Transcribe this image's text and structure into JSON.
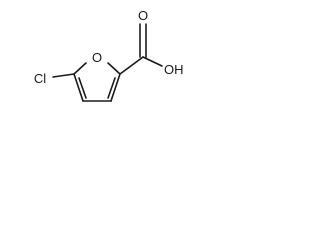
{
  "molecule": {
    "atoms": {
      "ring_oxygen": "O",
      "carbonyl_oxygen": "O",
      "hydroxyl": "OH",
      "chlorine": "Cl"
    },
    "colors": {
      "ink": "#1a1a1a",
      "background": "#ffffff"
    }
  }
}
